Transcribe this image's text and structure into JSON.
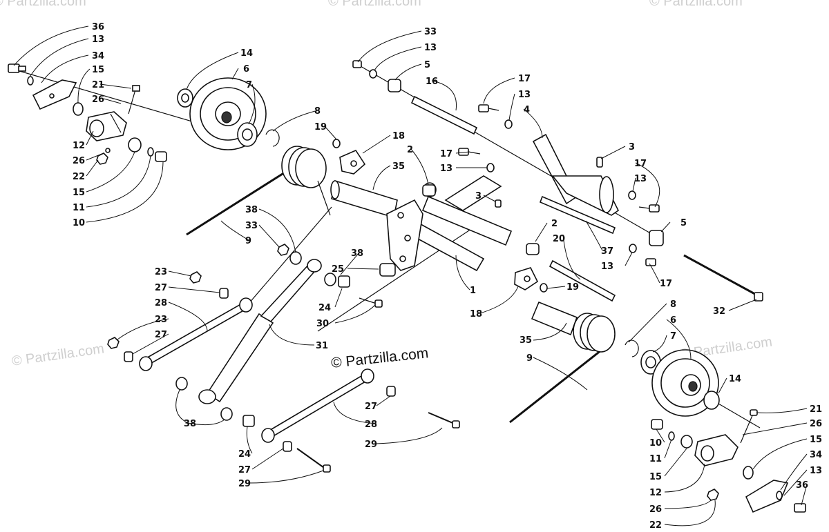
{
  "watermarks": [
    "© Partzilla.com",
    "© Partzilla.com",
    "© Partzilla.com",
    "© Partzilla.com",
    "© Partzilla.com"
  ],
  "copyright": "© Partzilla.com",
  "callouts": {
    "c1": "36",
    "c2": "13",
    "c3": "34",
    "c4": "15",
    "c5": "21",
    "c6": "26",
    "c7": "12",
    "c8": "26",
    "c9": "22",
    "c10": "15",
    "c11": "11",
    "c12": "10",
    "c13": "14",
    "c14": "6",
    "c15": "7",
    "c16": "8",
    "c17": "19",
    "c18": "18",
    "c19": "35",
    "c20": "2",
    "c21": "38",
    "c22": "33",
    "c23": "9",
    "c24": "33",
    "c25": "13",
    "c26": "5",
    "c27": "16",
    "c28": "17",
    "c29": "13",
    "c30": "4",
    "c31": "3",
    "c32": "17",
    "c33": "13",
    "c34": "3",
    "c35": "17",
    "c36": "13",
    "c37": "5",
    "c38": "2",
    "c39": "20",
    "c40": "37",
    "c41": "13",
    "c42": "17",
    "c43": "32",
    "c44": "1",
    "c45": "19",
    "c46": "18",
    "c47": "38",
    "c48": "25",
    "c49": "24",
    "c50": "30",
    "c51": "31",
    "c52": "23",
    "c53": "27",
    "c54": "28",
    "c55": "23",
    "c56": "27",
    "c57": "38",
    "c58": "24",
    "c59": "27",
    "c60": "29",
    "c61": "27",
    "c62": "28",
    "c63": "29",
    "c64": "35",
    "c65": "9",
    "c66": "8",
    "c67": "6",
    "c68": "7",
    "c69": "14",
    "c70": "21",
    "c71": "26",
    "c72": "10",
    "c73": "11",
    "c74": "15",
    "c75": "15",
    "c76": "34",
    "c77": "12",
    "c78": "13",
    "c79": "36",
    "c80": "26",
    "c81": "22"
  }
}
